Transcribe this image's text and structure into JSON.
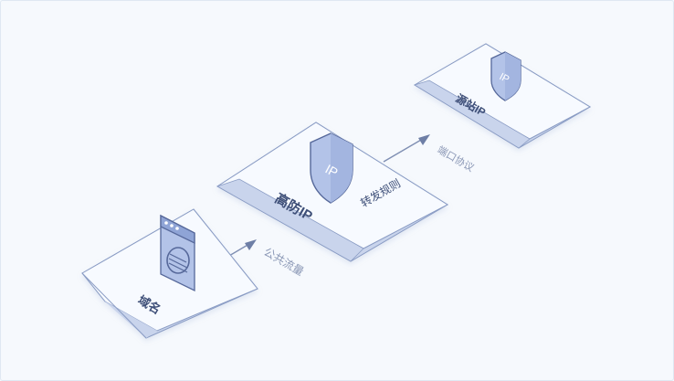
{
  "nodes": {
    "domain": {
      "label": "域名"
    },
    "anti_ddos_ip": {
      "label": "高防IP",
      "shield_text": "IP"
    },
    "origin_ip": {
      "label": "源站IP",
      "shield_text": "IP"
    }
  },
  "edges": {
    "public_traffic": {
      "label": "公共流量"
    },
    "forwarding_rules": {
      "label": "转发规则"
    },
    "port_protocol": {
      "label": "端口协议"
    }
  },
  "colors": {
    "platform_top": "#f6f9fe",
    "platform_edge": "#c9d4ec",
    "platform_stroke": "#8a9cc4",
    "shield_fill": "#b3c3e8",
    "shield_stroke": "#56689a",
    "arrow": "#6e7fa6"
  }
}
